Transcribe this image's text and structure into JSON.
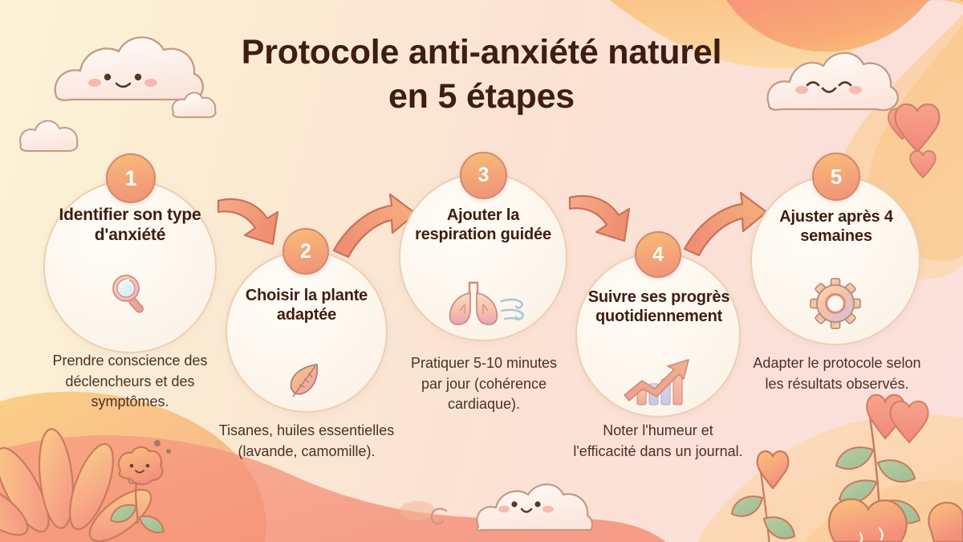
{
  "title": {
    "line1": "Protocole anti-anxiété naturel",
    "line2": "en 5 étapes"
  },
  "colors": {
    "title_text": "#3f1d12",
    "badge_gradient_start": "#f7bd76",
    "badge_gradient_end": "#ef9378",
    "circle_fill": "#fdf6ec",
    "circle_border": "#eccfb4",
    "arrow": "#f09a7c",
    "arrow_outline": "#c9715a",
    "background_left": "#fcf3d9",
    "background_right": "#fbdfdc",
    "caption_text": "#4a3128",
    "heart": "#f4937f",
    "leaf_green": "#a9c49a"
  },
  "steps": [
    {
      "number": "1",
      "title": "Identifier son type d'anxiété",
      "caption": "Prendre conscience des déclencheurs et des symptômes.",
      "icon": "magnifying-glass-icon"
    },
    {
      "number": "2",
      "title": "Choisir la plante adaptée",
      "caption": "Tisanes, huiles essentielles (lavande, camomille).",
      "icon": "leaf-icon"
    },
    {
      "number": "3",
      "title": "Ajouter la respiration guidée",
      "caption": "Pratiquer 5-10 minutes par jour (cohérence cardiaque).",
      "icon": "lungs-icon"
    },
    {
      "number": "4",
      "title": "Suivre ses progrès quotidiennement",
      "caption": "Noter l'humeur et l'efficacité dans un journal.",
      "icon": "growth-chart-icon"
    },
    {
      "number": "5",
      "title": "Ajuster après 4 semaines",
      "caption": "Adapter le protocole selon les résultats observés.",
      "icon": "gear-icon"
    }
  ],
  "decorations": {
    "clouds": [
      "smiling-cloud-top-left",
      "small-cloud-upper-right",
      "small-cloud-lower-left",
      "smiling-cloud-top-right",
      "smiling-cloud-bottom-center"
    ],
    "hearts": [
      "heart-right-upper",
      "heart-right-small",
      "heart-bottom-right"
    ],
    "flowers": [
      "flower-bottom-left-large",
      "smiling-flower-bottom-left",
      "heart-flower-bottom-right",
      "petal-flower-bottom-right"
    ],
    "arrows": [
      "arrow-1-to-2",
      "arrow-2-to-3",
      "arrow-3-to-4",
      "arrow-4-to-5"
    ]
  }
}
